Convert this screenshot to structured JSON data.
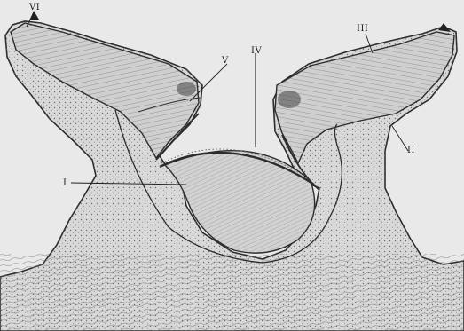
{
  "labels": {
    "vi": "VI",
    "v": "V",
    "iv": "IV",
    "iii": "III",
    "ii": "II",
    "i": "I"
  }
}
